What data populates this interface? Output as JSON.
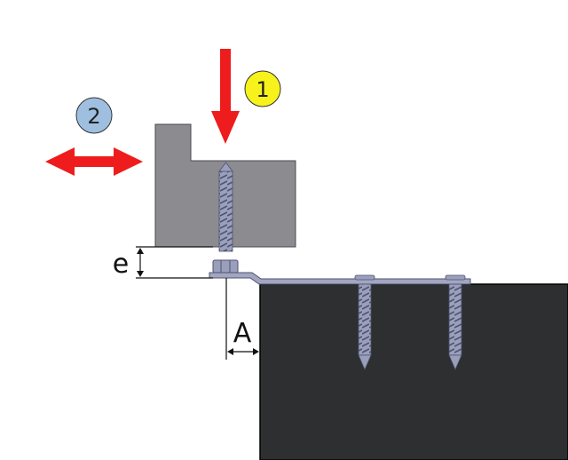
{
  "badges": {
    "one": {
      "text": "1",
      "color": "#f7f21b"
    },
    "two": {
      "text": "2",
      "color": "#9fbfe0"
    }
  },
  "dimensions": {
    "e_label": "e",
    "a_label": "A"
  },
  "colors": {
    "arrow": "#ee1c1c",
    "block": "#8b8b90",
    "base": "#2d2f31",
    "metal": "#8a8ea8",
    "line": "#111111"
  },
  "icons": {
    "down_arrow": "down-arrow-icon",
    "horizontal_arrow": "double-headed-arrow-icon"
  }
}
